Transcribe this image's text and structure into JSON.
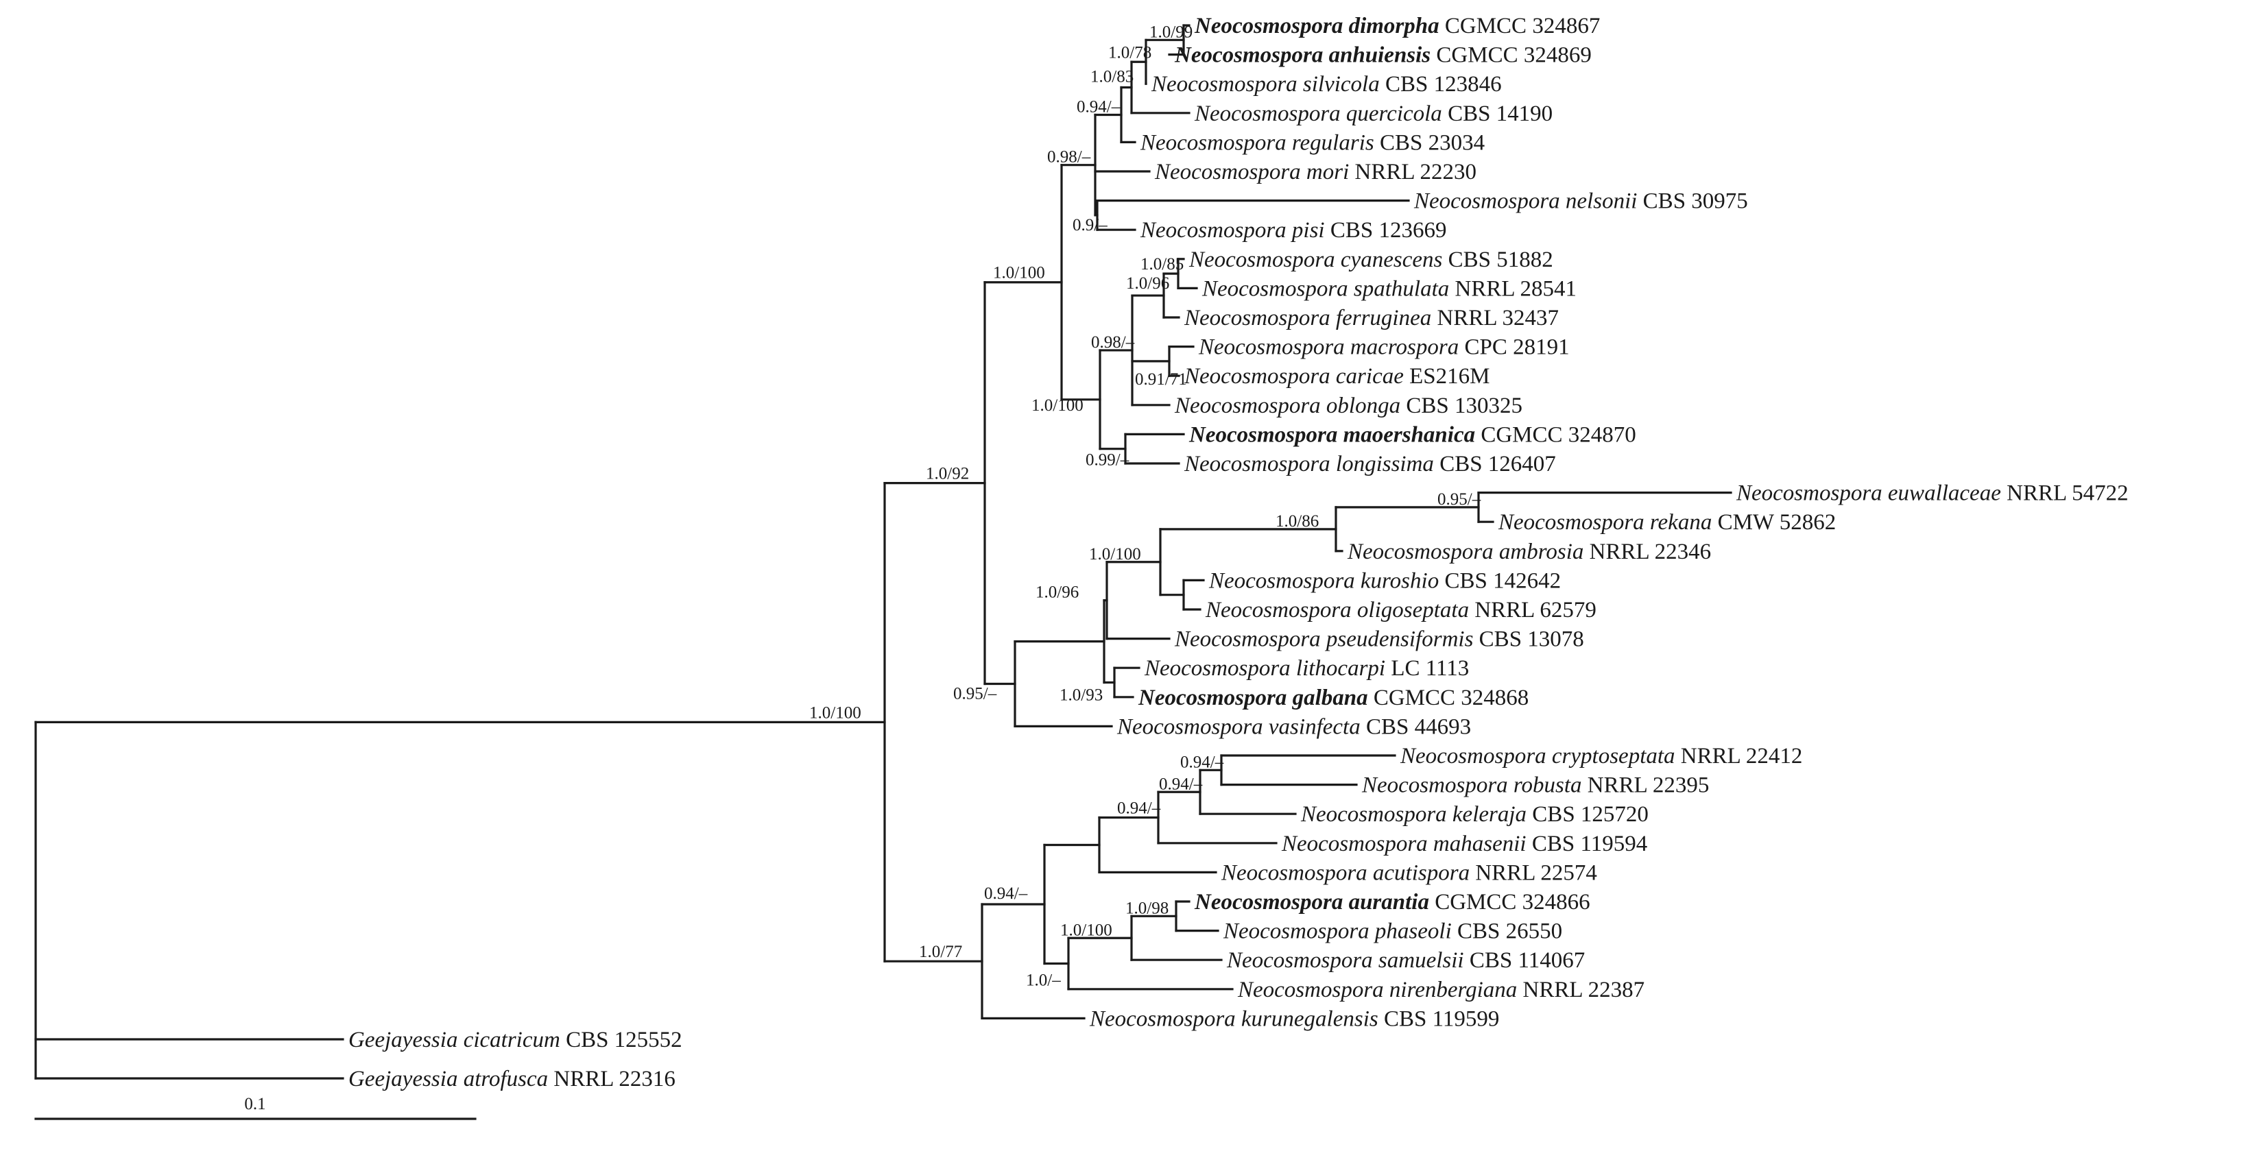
{
  "figure": {
    "scale_bar": {
      "label": "0.1",
      "branch_length": 0.1
    }
  },
  "taxa": [
    {
      "id": "t1",
      "species": "Neocosmospora dimorpha",
      "strain": "CGMCC 324867",
      "highlight": true
    },
    {
      "id": "t2",
      "species": "Neocosmospora anhuiensis",
      "strain": "CGMCC 324869",
      "highlight": true
    },
    {
      "id": "t3",
      "species": "Neocosmospora silvicola",
      "strain": "CBS 123846",
      "highlight": false
    },
    {
      "id": "t4",
      "species": "Neocosmospora quercicola",
      "strain": "CBS 14190",
      "highlight": false
    },
    {
      "id": "t5",
      "species": "Neocosmospora regularis",
      "strain": "CBS 23034",
      "highlight": false
    },
    {
      "id": "t6",
      "species": "Neocosmospora mori",
      "strain": "NRRL 22230",
      "highlight": false
    },
    {
      "id": "t7",
      "species": "Neocosmospora nelsonii",
      "strain": "CBS 30975",
      "highlight": false
    },
    {
      "id": "t8",
      "species": "Neocosmospora pisi",
      "strain": "CBS 123669",
      "highlight": false
    },
    {
      "id": "t9",
      "species": "Neocosmospora cyanescens",
      "strain": "CBS 51882",
      "highlight": false
    },
    {
      "id": "t10",
      "species": "Neocosmospora spathulata",
      "strain": "NRRL 28541",
      "highlight": false
    },
    {
      "id": "t11",
      "species": "Neocosmospora ferruginea",
      "strain": "NRRL 32437",
      "highlight": false
    },
    {
      "id": "t12",
      "species": "Neocosmospora macrospora",
      "strain": "CPC 28191",
      "highlight": false
    },
    {
      "id": "t13",
      "species": "Neocosmospora caricae",
      "strain": "ES216M",
      "highlight": false
    },
    {
      "id": "t14",
      "species": "Neocosmospora oblonga",
      "strain": "CBS 130325",
      "highlight": false
    },
    {
      "id": "t15",
      "species": "Neocosmospora maoershanica",
      "strain": "CGMCC 324870",
      "highlight": true
    },
    {
      "id": "t16",
      "species": "Neocosmospora longissima",
      "strain": "CBS 126407",
      "highlight": false
    },
    {
      "id": "t17",
      "species": "Neocosmospora euwallaceae",
      "strain": "NRRL 54722",
      "highlight": false
    },
    {
      "id": "t18",
      "species": "Neocosmospora rekana",
      "strain": "CMW 52862",
      "highlight": false
    },
    {
      "id": "t19",
      "species": "Neocosmospora ambrosia",
      "strain": "NRRL 22346",
      "highlight": false
    },
    {
      "id": "t20",
      "species": "Neocosmospora kuroshio",
      "strain": "CBS 142642",
      "highlight": false
    },
    {
      "id": "t21",
      "species": "Neocosmospora oligoseptata",
      "strain": "NRRL 62579",
      "highlight": false
    },
    {
      "id": "t22",
      "species": "Neocosmospora pseudensiformis",
      "strain": "CBS 13078",
      "highlight": false
    },
    {
      "id": "t23",
      "species": "Neocosmospora lithocarpi",
      "strain": "LC 1113",
      "highlight": false
    },
    {
      "id": "t24",
      "species": "Neocosmospora galbana",
      "strain": "CGMCC 324868",
      "highlight": true
    },
    {
      "id": "t25",
      "species": "Neocosmospora vasinfecta",
      "strain": "CBS 44693",
      "highlight": false
    },
    {
      "id": "t26",
      "species": "Neocosmospora cryptoseptata",
      "strain": "NRRL 22412",
      "highlight": false
    },
    {
      "id": "t27",
      "species": "Neocosmospora robusta",
      "strain": "NRRL 22395",
      "highlight": false
    },
    {
      "id": "t28",
      "species": "Neocosmospora keleraja",
      "strain": "CBS 125720",
      "highlight": false
    },
    {
      "id": "t29",
      "species": "Neocosmospora mahasenii",
      "strain": "CBS 119594",
      "highlight": false
    },
    {
      "id": "t30",
      "species": "Neocosmospora acutispora",
      "strain": "NRRL 22574",
      "highlight": false
    },
    {
      "id": "t31",
      "species": "Neocosmospora aurantia",
      "strain": "CGMCC 324866",
      "highlight": true
    },
    {
      "id": "t32",
      "species": "Neocosmospora phaseoli",
      "strain": "CBS 26550",
      "highlight": false
    },
    {
      "id": "t33",
      "species": "Neocosmospora samuelsii",
      "strain": "CBS 114067",
      "highlight": false
    },
    {
      "id": "t34",
      "species": "Neocosmospora nirenbergiana",
      "strain": "NRRL 22387",
      "highlight": false
    },
    {
      "id": "t35",
      "species": "Neocosmospora kurunegalensis",
      "strain": "CBS 119599",
      "highlight": false
    },
    {
      "id": "t36",
      "species": "Geejayessia cicatricum",
      "strain": "CBS 125552",
      "highlight": false
    },
    {
      "id": "t37",
      "species": "Geejayessia atrofusca",
      "strain": "NRRL 22316",
      "highlight": false
    }
  ],
  "support_values": [
    {
      "node": "n_dimorpha_anhuiensis",
      "label": "1.0/99"
    },
    {
      "node": "n_plus_silvicola",
      "label": "1.0/78"
    },
    {
      "node": "n_plus_quercicola",
      "label": "1.0/83"
    },
    {
      "node": "n_plus_regularis",
      "label": "0.94/–"
    },
    {
      "node": "n_plus_mori",
      "label": "0.98/–"
    },
    {
      "node": "n_nelsonii_pisi",
      "label": "0.9/–"
    },
    {
      "node": "n_cyanescens_spathulata",
      "label": "1.0/85"
    },
    {
      "node": "n_plus_ferruginea",
      "label": "1.0/96"
    },
    {
      "node": "n_macrospora_caricae",
      "label": "0.91/71"
    },
    {
      "node": "n_clade_oblonga",
      "label": "0.98/–"
    },
    {
      "node": "n_upper_clade",
      "label": "1.0/100"
    },
    {
      "node": "n_maoershanica_longissima",
      "label": "0.99/–"
    },
    {
      "node": "n_clade_A",
      "label": "1.0/100"
    },
    {
      "node": "n_euwallaceae_rekana",
      "label": "0.95/–"
    },
    {
      "node": "n_plus_ambrosia",
      "label": "1.0/86"
    },
    {
      "node": "n_ambrosia_kuroshio",
      "label": "1.0/100"
    },
    {
      "node": "n_plus_pseudensiformis",
      "label": "1.0/96"
    },
    {
      "node": "n_lithocarpi_galbana",
      "label": "1.0/93"
    },
    {
      "node": "n_clade_B",
      "label": "0.95/–"
    },
    {
      "node": "n_clade_AB",
      "label": "1.0/92"
    },
    {
      "node": "n_cryptoseptata_robusta",
      "label": "0.94/–"
    },
    {
      "node": "n_plus_keleraja",
      "label": "0.94/–"
    },
    {
      "node": "n_plus_mahasenii",
      "label": "0.94/–"
    },
    {
      "node": "n_aurantia_phaseoli",
      "label": "1.0/98"
    },
    {
      "node": "n_plus_samuelsii",
      "label": "1.0/100"
    },
    {
      "node": "n_plus_nirenbergiana",
      "label": "1.0/–"
    },
    {
      "node": "n_clade_C_inner",
      "label": "0.94/–"
    },
    {
      "node": "n_clade_C",
      "label": "1.0/77"
    },
    {
      "node": "n_ingroup",
      "label": "1.0/100"
    }
  ]
}
